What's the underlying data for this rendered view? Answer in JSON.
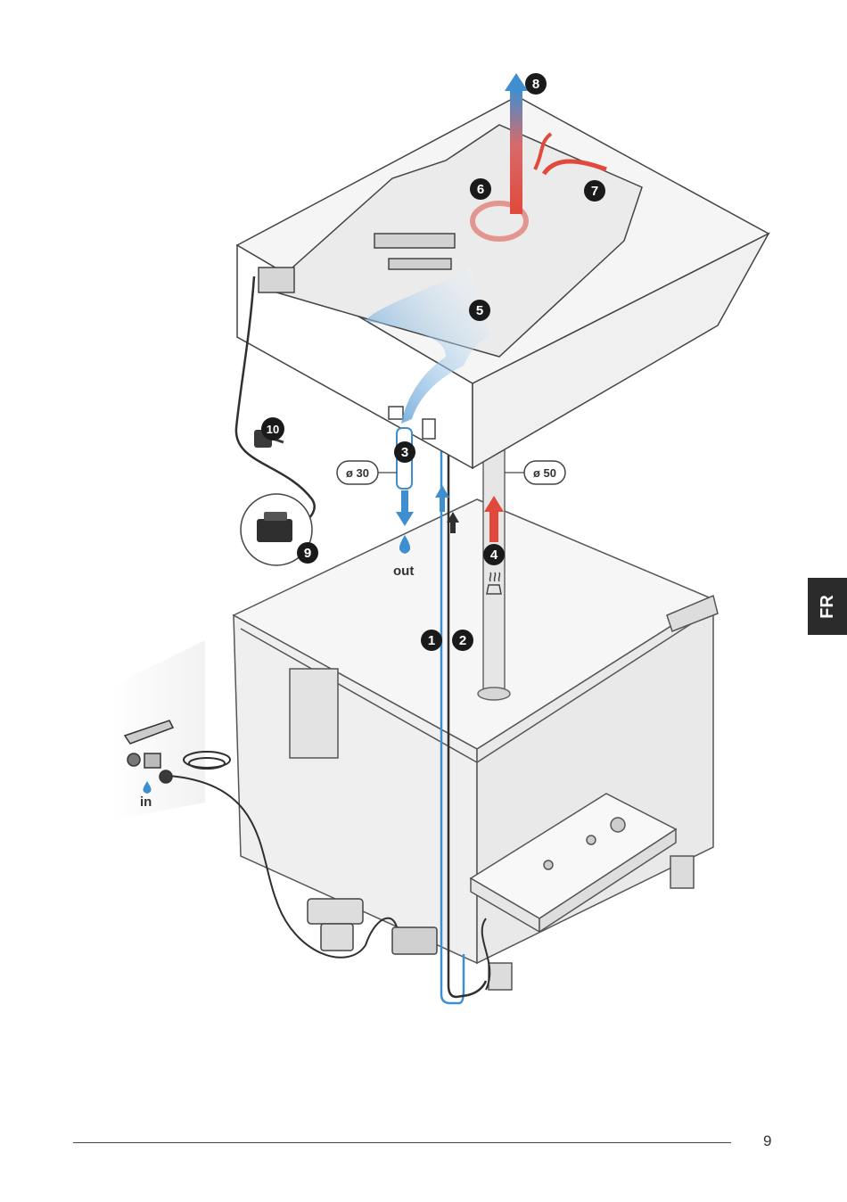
{
  "callouts": [
    "1",
    "2",
    "3",
    "4",
    "5",
    "6",
    "7",
    "8",
    "9",
    "10"
  ],
  "diameters": {
    "drain": "ø 30",
    "exhaust": "ø 50"
  },
  "labels": {
    "out": "out",
    "in": "in"
  },
  "language_tab": "FR",
  "page_number": "9",
  "colors": {
    "water_flow": "#3f8fd0",
    "heat_flow": "#d8453a",
    "line": "#333333",
    "tab": "#2b2b2b"
  }
}
